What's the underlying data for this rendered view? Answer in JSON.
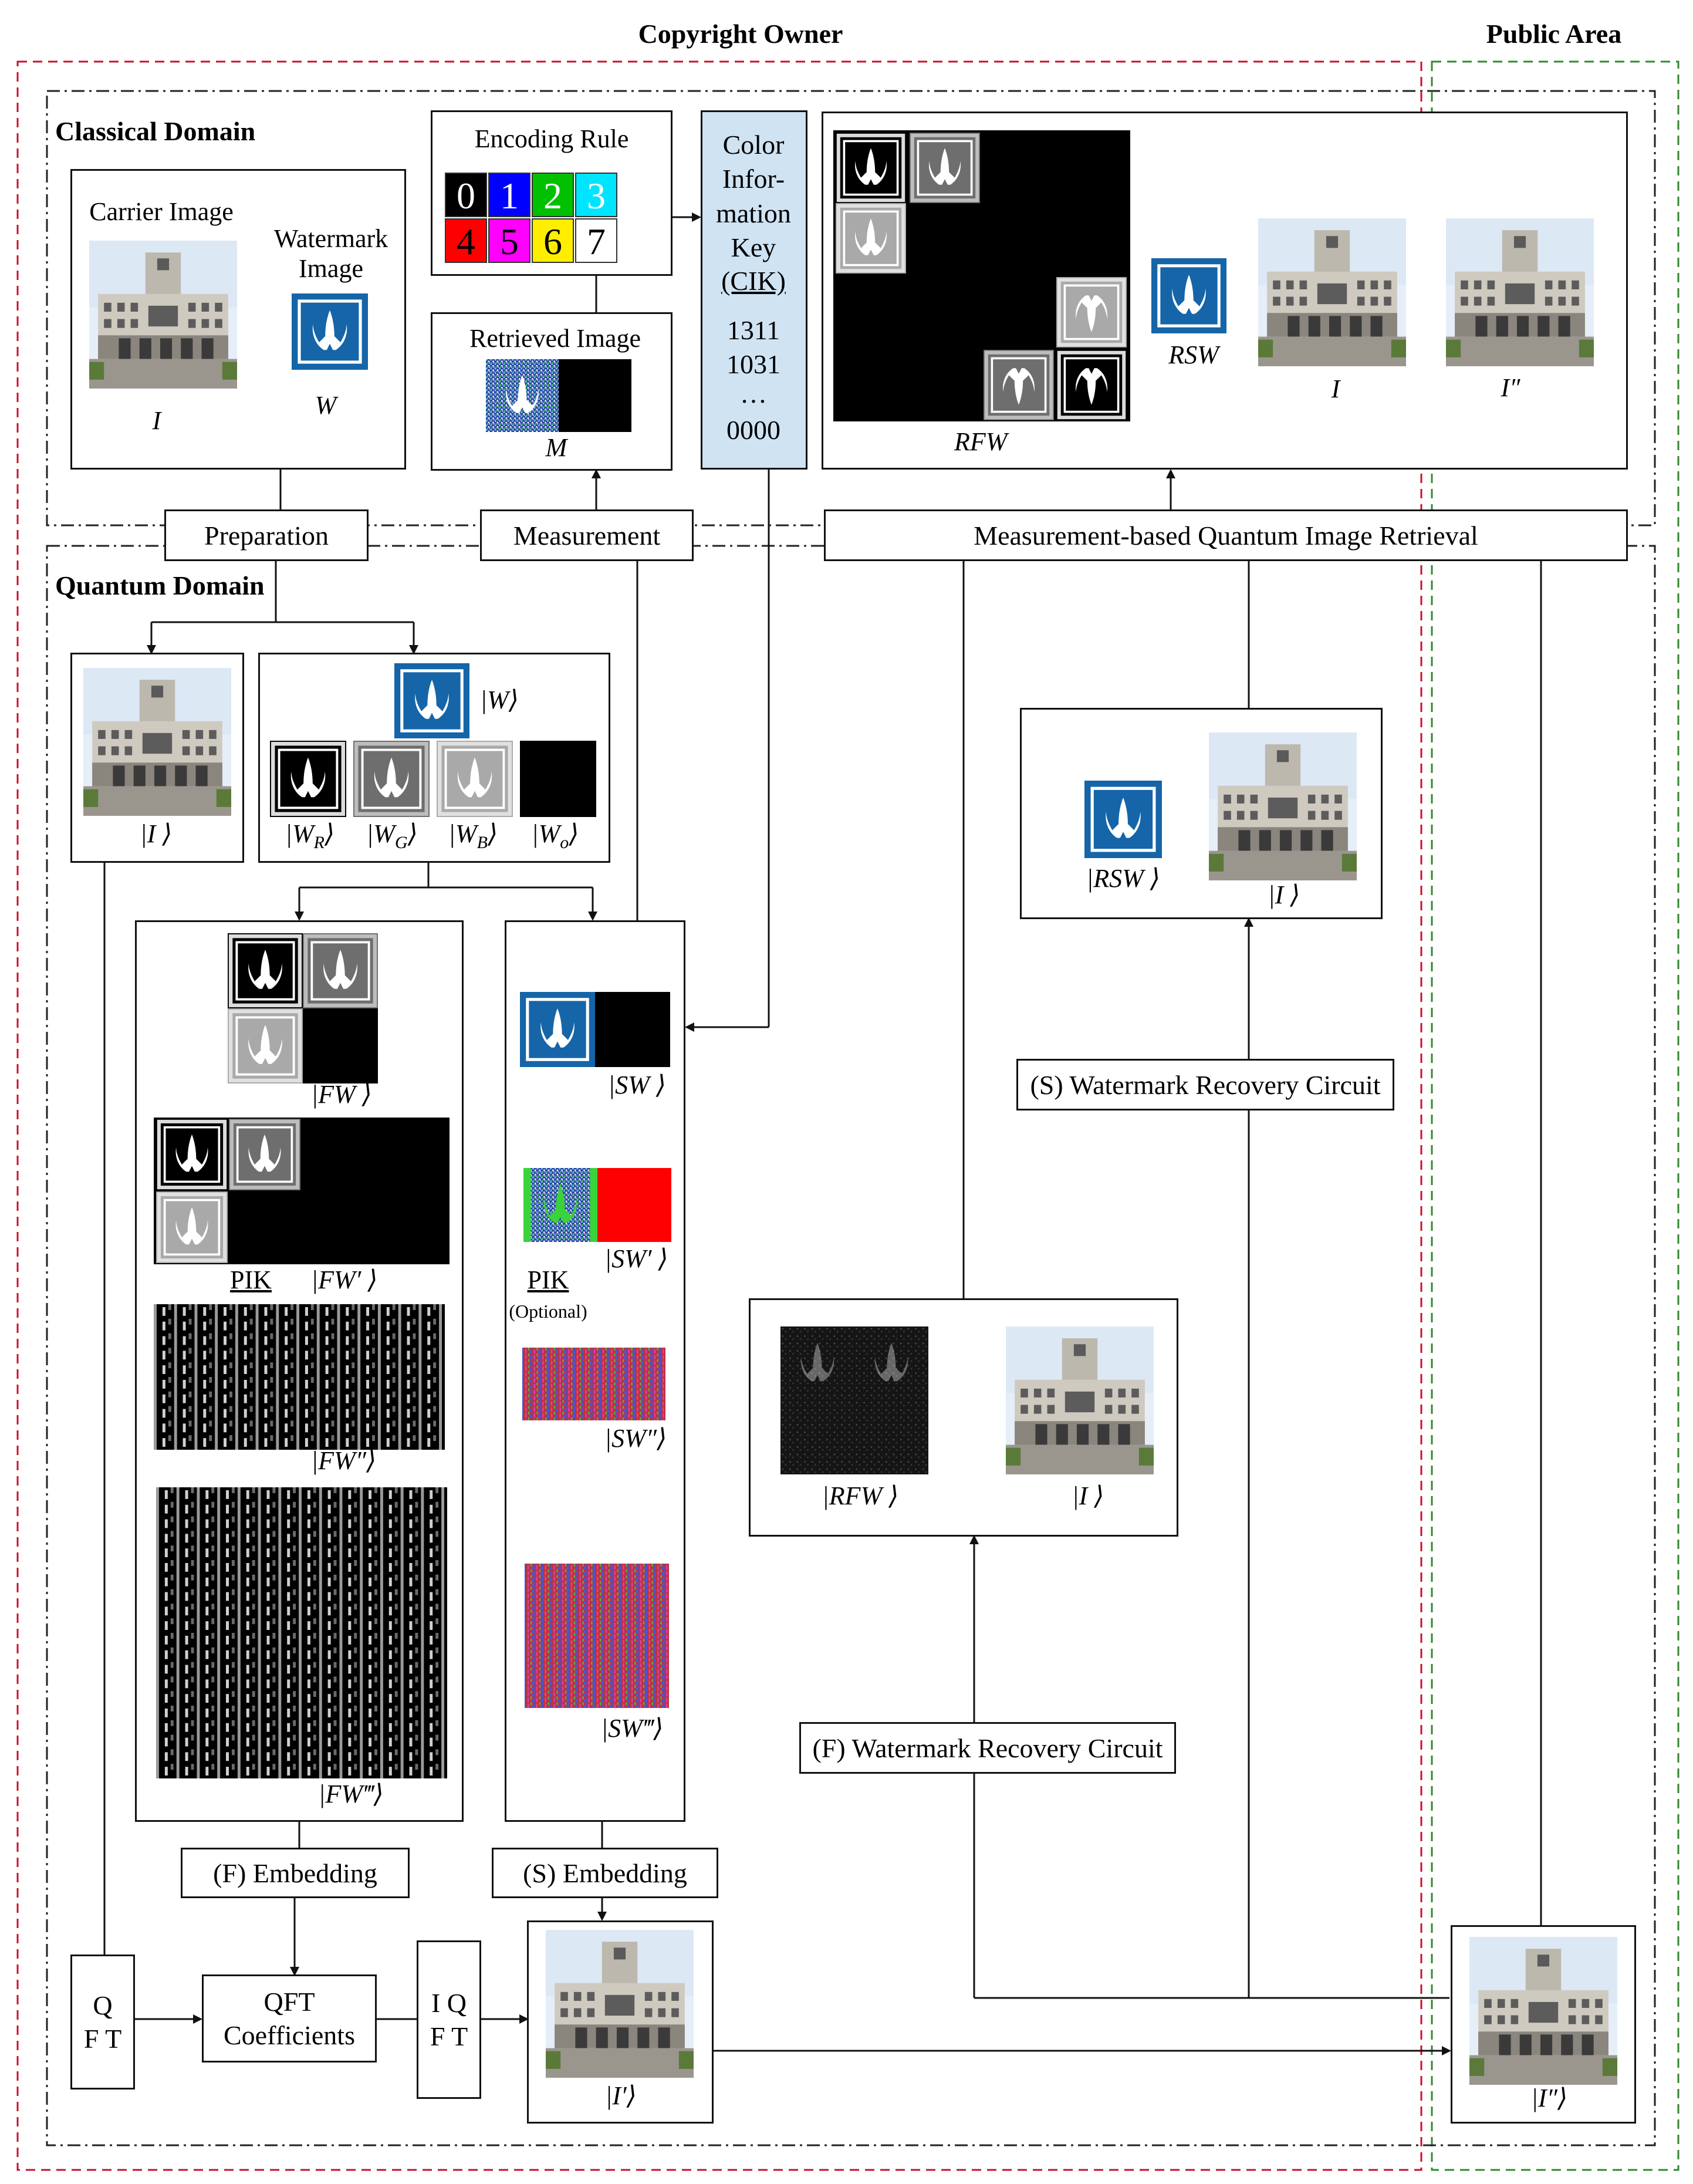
{
  "regions": {
    "copyright_owner": "Copyright Owner",
    "public_area": "Public Area",
    "classical_domain": "Classical Domain",
    "quantum_domain": "Quantum Domain"
  },
  "classical": {
    "carrier_image": "Carrier Image",
    "watermark_image": "Watermark Image",
    "carrier_symbol": "I",
    "watermark_symbol": "W",
    "encoding_rule": "Encoding Rule",
    "codes": [
      "0",
      "1",
      "2",
      "3",
      "4",
      "5",
      "6",
      "7"
    ],
    "code_colors": [
      "#000000",
      "#0000ff",
      "#00c000",
      "#00e5ff",
      "#ff0000",
      "#ff00ff",
      "#ffee00",
      "#ffffff"
    ],
    "code_text_colors": [
      "#ffffff",
      "#ffffff",
      "#ffffff",
      "#ffffff",
      "#000000",
      "#000000",
      "#000000",
      "#000000"
    ],
    "retrieved_image": "Retrieved Image",
    "retrieved_symbol": "M",
    "cik_title": "Color Infor- mation Key",
    "cik_abbr": "(CIK)",
    "cik_values": [
      "1311",
      "1031",
      "…",
      "0000"
    ],
    "rfw_label": "RFW",
    "rsw_label": "RSW",
    "i_label": "I",
    "i_pp_label": "I″"
  },
  "bars": {
    "preparation": "Preparation",
    "measurement": "Measurement",
    "retrieval": "Measurement-based Quantum Image Retrieval"
  },
  "quantum": {
    "ket_i": "|I ⟩",
    "ket_w": "|W⟩",
    "ket_wr": "|W",
    "ket_wg": "|W",
    "ket_wb": "|W",
    "ket_wo": "|W",
    "sub_r": "R",
    "sub_g": "G",
    "sub_b": "B",
    "sub_o": "o",
    "ket_close": "⟩",
    "ket_fw": "|FW ⟩",
    "ket_fw1": "|FW′ ⟩",
    "ket_fw2": "|FW″⟩",
    "ket_fw3": "|FW‴⟩",
    "pik": "PIK",
    "pik2": "PIK",
    "optional": "(Optional)",
    "ket_sw": "|SW ⟩",
    "ket_sw1": "|SW′ ⟩",
    "ket_sw2": "|SW″⟩",
    "ket_sw3": "|SW‴⟩",
    "ket_rsw": "|RSW ⟩",
    "ket_i2": "|I ⟩",
    "ket_rfw": "|RFW ⟩",
    "ket_i3": "|I ⟩",
    "s_recovery": "(S) Watermark Recovery Circuit",
    "f_recovery": "(F) Watermark Recovery Circuit",
    "f_embedding": "(F) Embedding",
    "s_embedding": "(S) Embedding",
    "qft": "Q F T",
    "qft_coeff": "QFT Coefficients",
    "iqft": "I Q F T",
    "ket_i_prime": "|I′⟩",
    "ket_i_pp": "|I″⟩"
  }
}
